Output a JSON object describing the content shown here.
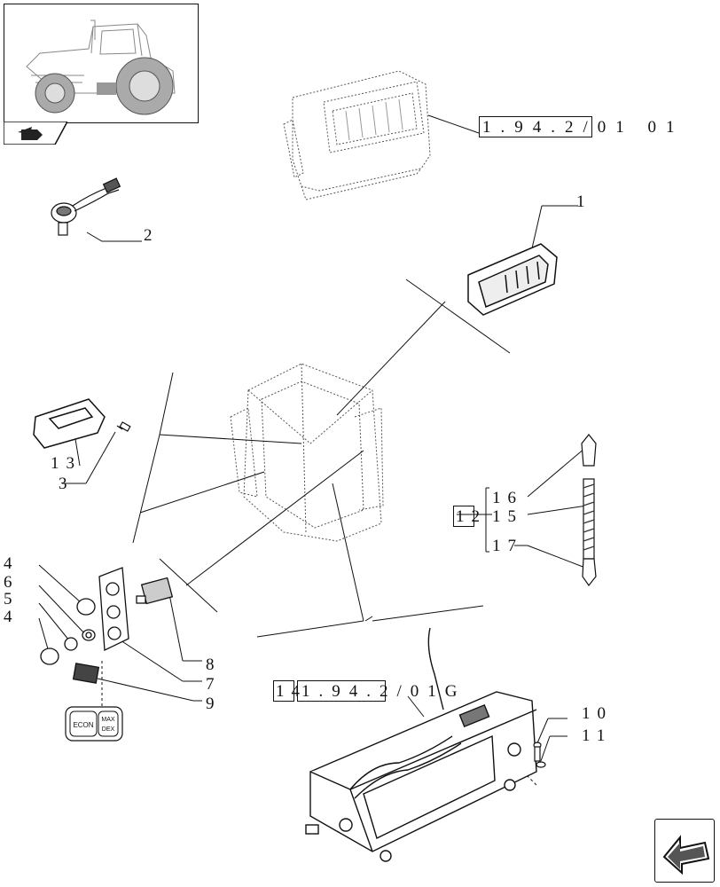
{
  "refs": {
    "top_ref": "1.94.2/01 01",
    "bottom_ref_prefix": "14",
    "bottom_ref": "1.94.2/01G",
    "bracket_ref": "12"
  },
  "callouts": [
    "1",
    "2",
    "3",
    "13",
    "4",
    "6",
    "5",
    "4",
    "8",
    "7",
    "9",
    "16",
    "15",
    "17",
    "10",
    "11"
  ],
  "badge": {
    "left": "ECON",
    "right_top": "MAX",
    "right_bottom": "DEX"
  },
  "icons": [
    "tractor-thumbnail-icon",
    "book-tab-icon",
    "next-page-arrow-icon"
  ]
}
